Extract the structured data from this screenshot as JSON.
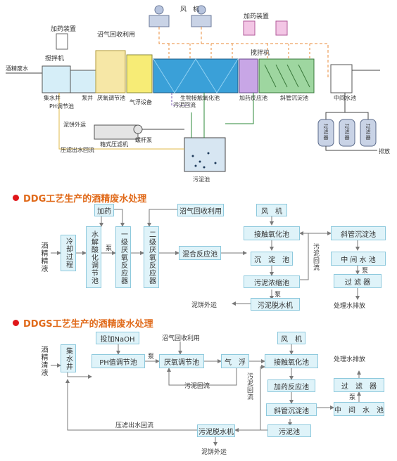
{
  "top": {
    "fan": "风　机",
    "dosing_device_left": "加药装置",
    "dosing_device_right": "加药装置",
    "mixer_left": "搅拌机",
    "mixer_right": "搅拌机",
    "biogas_recovery": "沼气回收利用",
    "wastewater_in": "酒精废水",
    "collection_well": "集水井",
    "ph_tank": "PH调节池",
    "pump": "泵井",
    "anaerobic_tank": "厌氧调节池",
    "flotation": "气浮设备",
    "bio_contact": "生物接触氧化池",
    "sludge_return": "污泥回流",
    "reaction_tank": "加药反应池",
    "inclined_settler": "斜管沉淀池",
    "mid_tank": "中间水池",
    "cake_out": "泥饼外运",
    "filter_press": "箱式压滤机",
    "screw_pump": "螺杆泵",
    "press_return": "压滤出水回流",
    "filter_1": "过滤器",
    "filter_2": "过滤器",
    "filter_3": "过滤器",
    "discharge": "排放",
    "sludge_tank": "污泥池"
  },
  "ddg": {
    "title": "DDG工艺生产的酒精废水处理",
    "input": "酒精精液",
    "cooling": "冷却过程",
    "hydrolysis": "水解酸化调节池",
    "anaerobic1": "一级厌氧反应器",
    "anaerobic2": "二级厌氧反应器",
    "dosing": "加药",
    "pump": "泵",
    "biogas": "沼气回收利用",
    "mixing": "混合反应池",
    "fan": "风　机",
    "contact": "接触氧化池",
    "settling": "沉　淀　池",
    "thickener": "污泥浓缩池",
    "sludge_return": "污泥回流",
    "pump2": "泵",
    "dewater": "污泥脱水机",
    "cake": "泥饼外运",
    "inclined": "斜管沉淀池",
    "mid_tank": "中 间 水 池",
    "pump3": "泵",
    "filter": "过 滤 器",
    "discharge": "处理水排放"
  },
  "ddgs": {
    "title": "DDGS工艺生产的酒精废水处理",
    "input": "酒精清液",
    "collect": "集水井",
    "naoh": "投加NaOH",
    "ph": "PH值调节池",
    "pump": "泵",
    "biogas": "沼气回收利用",
    "anaerobic": "厌氧调节池",
    "flotation": "气　浮",
    "sludge_return_mid": "污泥回流",
    "sludge_return_v": "污泥回流",
    "fan": "风　机",
    "contact": "接触氧化池",
    "reaction": "加药反应池",
    "inclined": "斜管沉淀池",
    "discharge": "处理水排放",
    "filter": "过　滤　器",
    "pump2": "泵",
    "mid_tank": "中　间　水　池",
    "press_return": "压滤出水回流",
    "dewater": "污泥脱水机",
    "settling": "污泥池",
    "cake": "泥饼外运"
  },
  "colors": {
    "box_fill": "#dff3f9",
    "box_border": "#8ec9dd",
    "arrow": "#7a7a7a",
    "heading": "#e06a1a",
    "bullet": "#e0161a",
    "tank_blue": "#3aa0d8",
    "tank_yellow": "#f6e7a6",
    "tank_purple": "#c8a6e6",
    "tank_green": "#9ed6a0"
  }
}
